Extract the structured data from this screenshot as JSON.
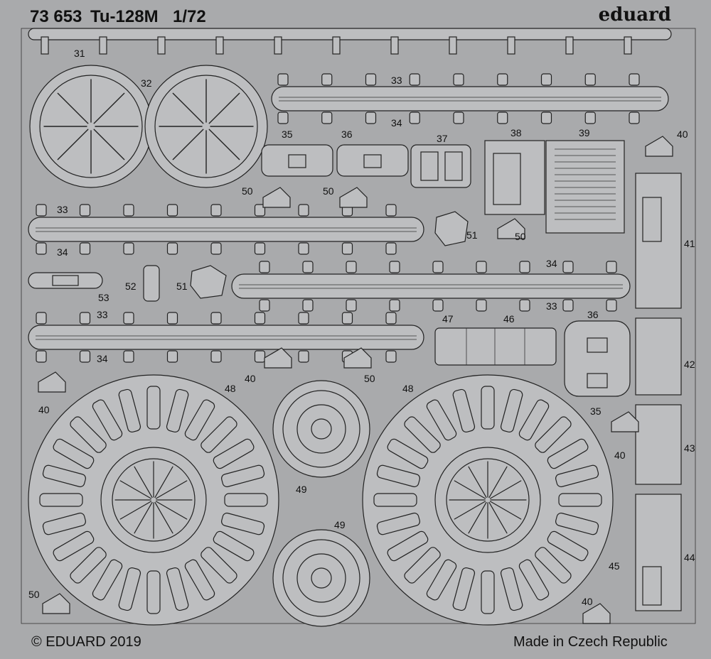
{
  "header": {
    "code": "73 653",
    "model": "Tu-128M",
    "scale": "1/72",
    "brand": "eduard"
  },
  "footer": {
    "copyright": "© EDUARD 2019",
    "origin": "Made in Czech Republic"
  },
  "part_numbers": {
    "p31": "31",
    "p32": "32",
    "p33a": "33",
    "p34a": "34",
    "p35a": "35",
    "p36a": "36",
    "p37": "37",
    "p38": "38",
    "p39": "39",
    "p40a": "40",
    "p50a": "50",
    "p50b": "50",
    "p33b": "33",
    "p34b": "34",
    "p51a": "51",
    "p50c": "50",
    "p41": "41",
    "p52": "52",
    "p51b": "51",
    "p53": "53",
    "p34c": "34",
    "p33c": "33",
    "p33d": "33",
    "p34d": "34",
    "p47": "47",
    "p46": "46",
    "p36b": "36",
    "p40b": "40",
    "p40c": "40",
    "p50d": "50",
    "p48a": "48",
    "p48b": "48",
    "p42": "42",
    "p35b": "35",
    "p40d": "40",
    "p43": "43",
    "p49a": "49",
    "p49b": "49",
    "p44": "44",
    "p45": "45",
    "p50e": "50",
    "p40e": "40"
  },
  "colors": {
    "fret_background": "#a9aaac",
    "part_fill": "#bdbec0",
    "outline": "#222222"
  }
}
